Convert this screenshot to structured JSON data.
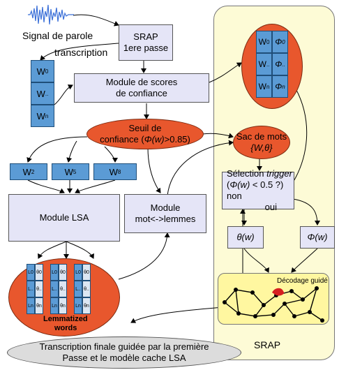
{
  "labels": {
    "signal": "Signal de parole",
    "transcription": "transcription",
    "srap_top_1": "SRAP",
    "srap_top_2": "1ere passe",
    "confidence_module_1": "Module de scores",
    "confidence_module_2": "de confiance",
    "threshold_1": "Seuil de",
    "threshold_2a": "confiance (",
    "threshold_phi": "Φ(w)",
    "threshold_2b": ">0.85)",
    "bag_1": "Sac de mots",
    "bag_2": "{W,θ}",
    "lsa_module": "Module LSA",
    "lemma_module_1": "Module",
    "lemma_module_2": "mot<->lemmes",
    "selection_1a": "Sélection ",
    "selection_1b": "trigger",
    "selection_2a": "(",
    "selection_2phi": "Φ(w)",
    "selection_2b": " < 0.5 ?) non",
    "selection_3": "oui",
    "theta_w": "θ(w)",
    "phi_w": "Φ(w)",
    "guided_decoding": "Décodage guidé",
    "lemmatized_1": "Lemmatized",
    "lemmatized_2": "words",
    "srap_bottom": "SRAP",
    "final_1": "Transcription finale guidée par la première",
    "final_2": "Passe et le modèle cache LSA"
  },
  "word_stack": [
    "W",
    "W",
    "W"
  ],
  "word_stack_subs": [
    "0",
    "..",
    "n"
  ],
  "phi_stack": [
    "Φ",
    "Φ",
    "Φ"
  ],
  "phi_stack_subs": [
    "0",
    "..",
    "n"
  ],
  "selected_words": [
    "W",
    "W",
    "W"
  ],
  "selected_words_subs": [
    "2",
    "5",
    "8"
  ],
  "lemma_col_L": [
    "L0",
    "L..",
    "Ln"
  ],
  "lemma_col_theta": [
    "θ0",
    "θ..",
    "θn"
  ],
  "colors": {
    "background_panel": "#fdfbd6",
    "process_box": "#e5e5f7",
    "word_cell": "#5b9bd5",
    "ellipse_red": "#e8572d",
    "final_ellipse": "#dcdcdc",
    "decoding_box": "#fff7a0"
  }
}
